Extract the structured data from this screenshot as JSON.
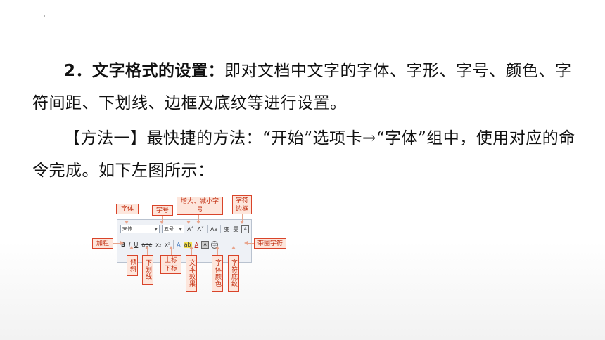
{
  "paragraph1": {
    "lead": "2．文字格式的设置：",
    "body": "即对文档中文字的字体、字形、字号、颜色、字符间距、下划线、边框及底纹等进行设置。"
  },
  "paragraph2": {
    "lead": "【方法一】",
    "body": "最快捷的方法：“开始”选项卡→“字体”组中，使用对应的命令完成。如下左图所示："
  },
  "toolbar": {
    "font_name": "宋体",
    "font_size": "五号",
    "row1_icons": [
      "A˄",
      "A˅",
      "Aa",
      "变",
      "雯",
      "A"
    ],
    "row2_icons": [
      "B",
      "I",
      "U",
      "abe",
      "x₂",
      "x²",
      "A",
      "ab",
      "A",
      "A",
      "字"
    ]
  },
  "labels": {
    "font": "字体",
    "size": "字号",
    "grow_shrink": "增大、减小字号",
    "char_border": "字符边框",
    "bold": "加粗",
    "enclose": "带圈字符",
    "italic": "倾斜",
    "underline": "下划线",
    "sub_super": "上标下标",
    "text_effect": "文本效果",
    "font_color": "字体颜色",
    "char_shading": "字符底纹"
  }
}
